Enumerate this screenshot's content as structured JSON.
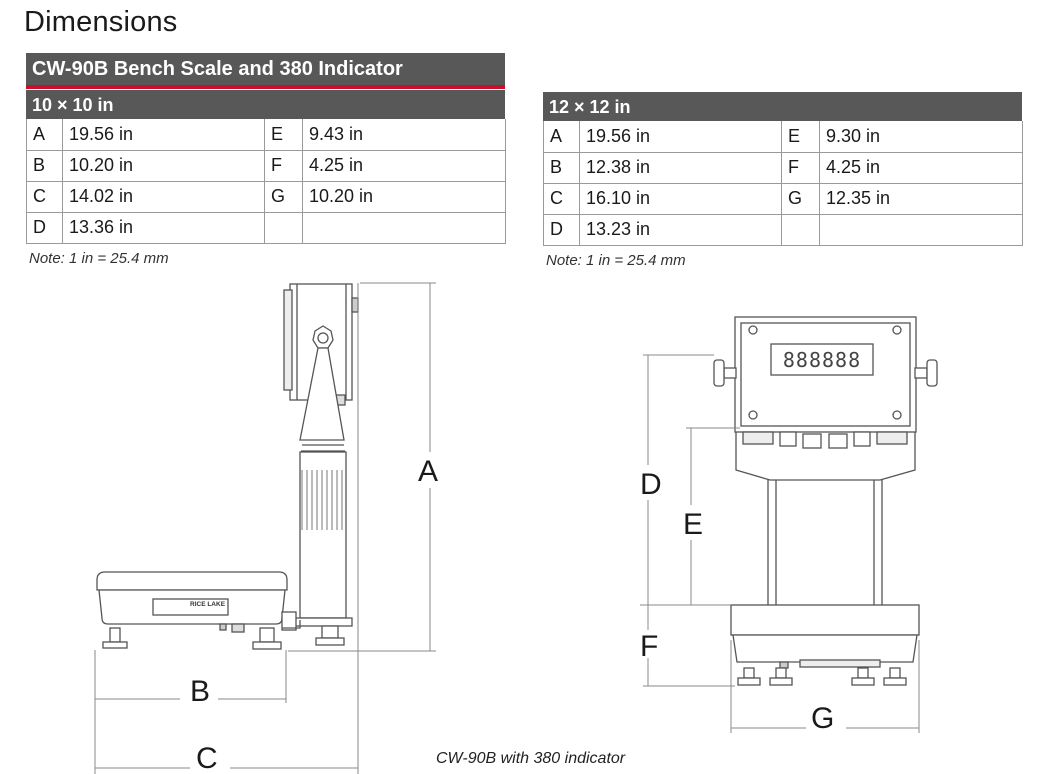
{
  "page": {
    "title": "Dimensions"
  },
  "left_block": {
    "product": "CW-90B Bench Scale and 380 Indicator",
    "size": "10 × 10 in",
    "rows": [
      {
        "l1": "A",
        "v1": "19.56 in",
        "l2": "E",
        "v2": "9.43 in"
      },
      {
        "l1": "B",
        "v1": "10.20 in",
        "l2": "F",
        "v2": "4.25 in"
      },
      {
        "l1": "C",
        "v1": "14.02 in",
        "l2": "G",
        "v2": "10.20 in"
      },
      {
        "l1": "D",
        "v1": "13.36 in",
        "l2": "",
        "v2": ""
      }
    ],
    "note": "Note: 1 in = 25.4 mm"
  },
  "right_block": {
    "size": "12 × 12 in",
    "rows": [
      {
        "l1": "A",
        "v1": "19.56 in",
        "l2": "E",
        "v2": "9.30 in"
      },
      {
        "l1": "B",
        "v1": "12.38 in",
        "l2": "F",
        "v2": "4.25 in"
      },
      {
        "l1": "C",
        "v1": "16.10 in",
        "l2": "G",
        "v2": "12.35 in"
      },
      {
        "l1": "D",
        "v1": "13.23 in",
        "l2": "",
        "v2": ""
      }
    ],
    "note": "Note: 1 in = 25.4 mm"
  },
  "diagram": {
    "labels": {
      "a": "A",
      "b": "B",
      "c": "C",
      "d": "D",
      "e": "E",
      "f": "F",
      "g": "G"
    },
    "brand_plate": "RICE LAKE",
    "display_readout": "888888",
    "caption": "CW-90B with 380 indicator"
  },
  "colors": {
    "header_bg": "#585858",
    "accent_red": "#c8102e",
    "line": "#555555"
  }
}
